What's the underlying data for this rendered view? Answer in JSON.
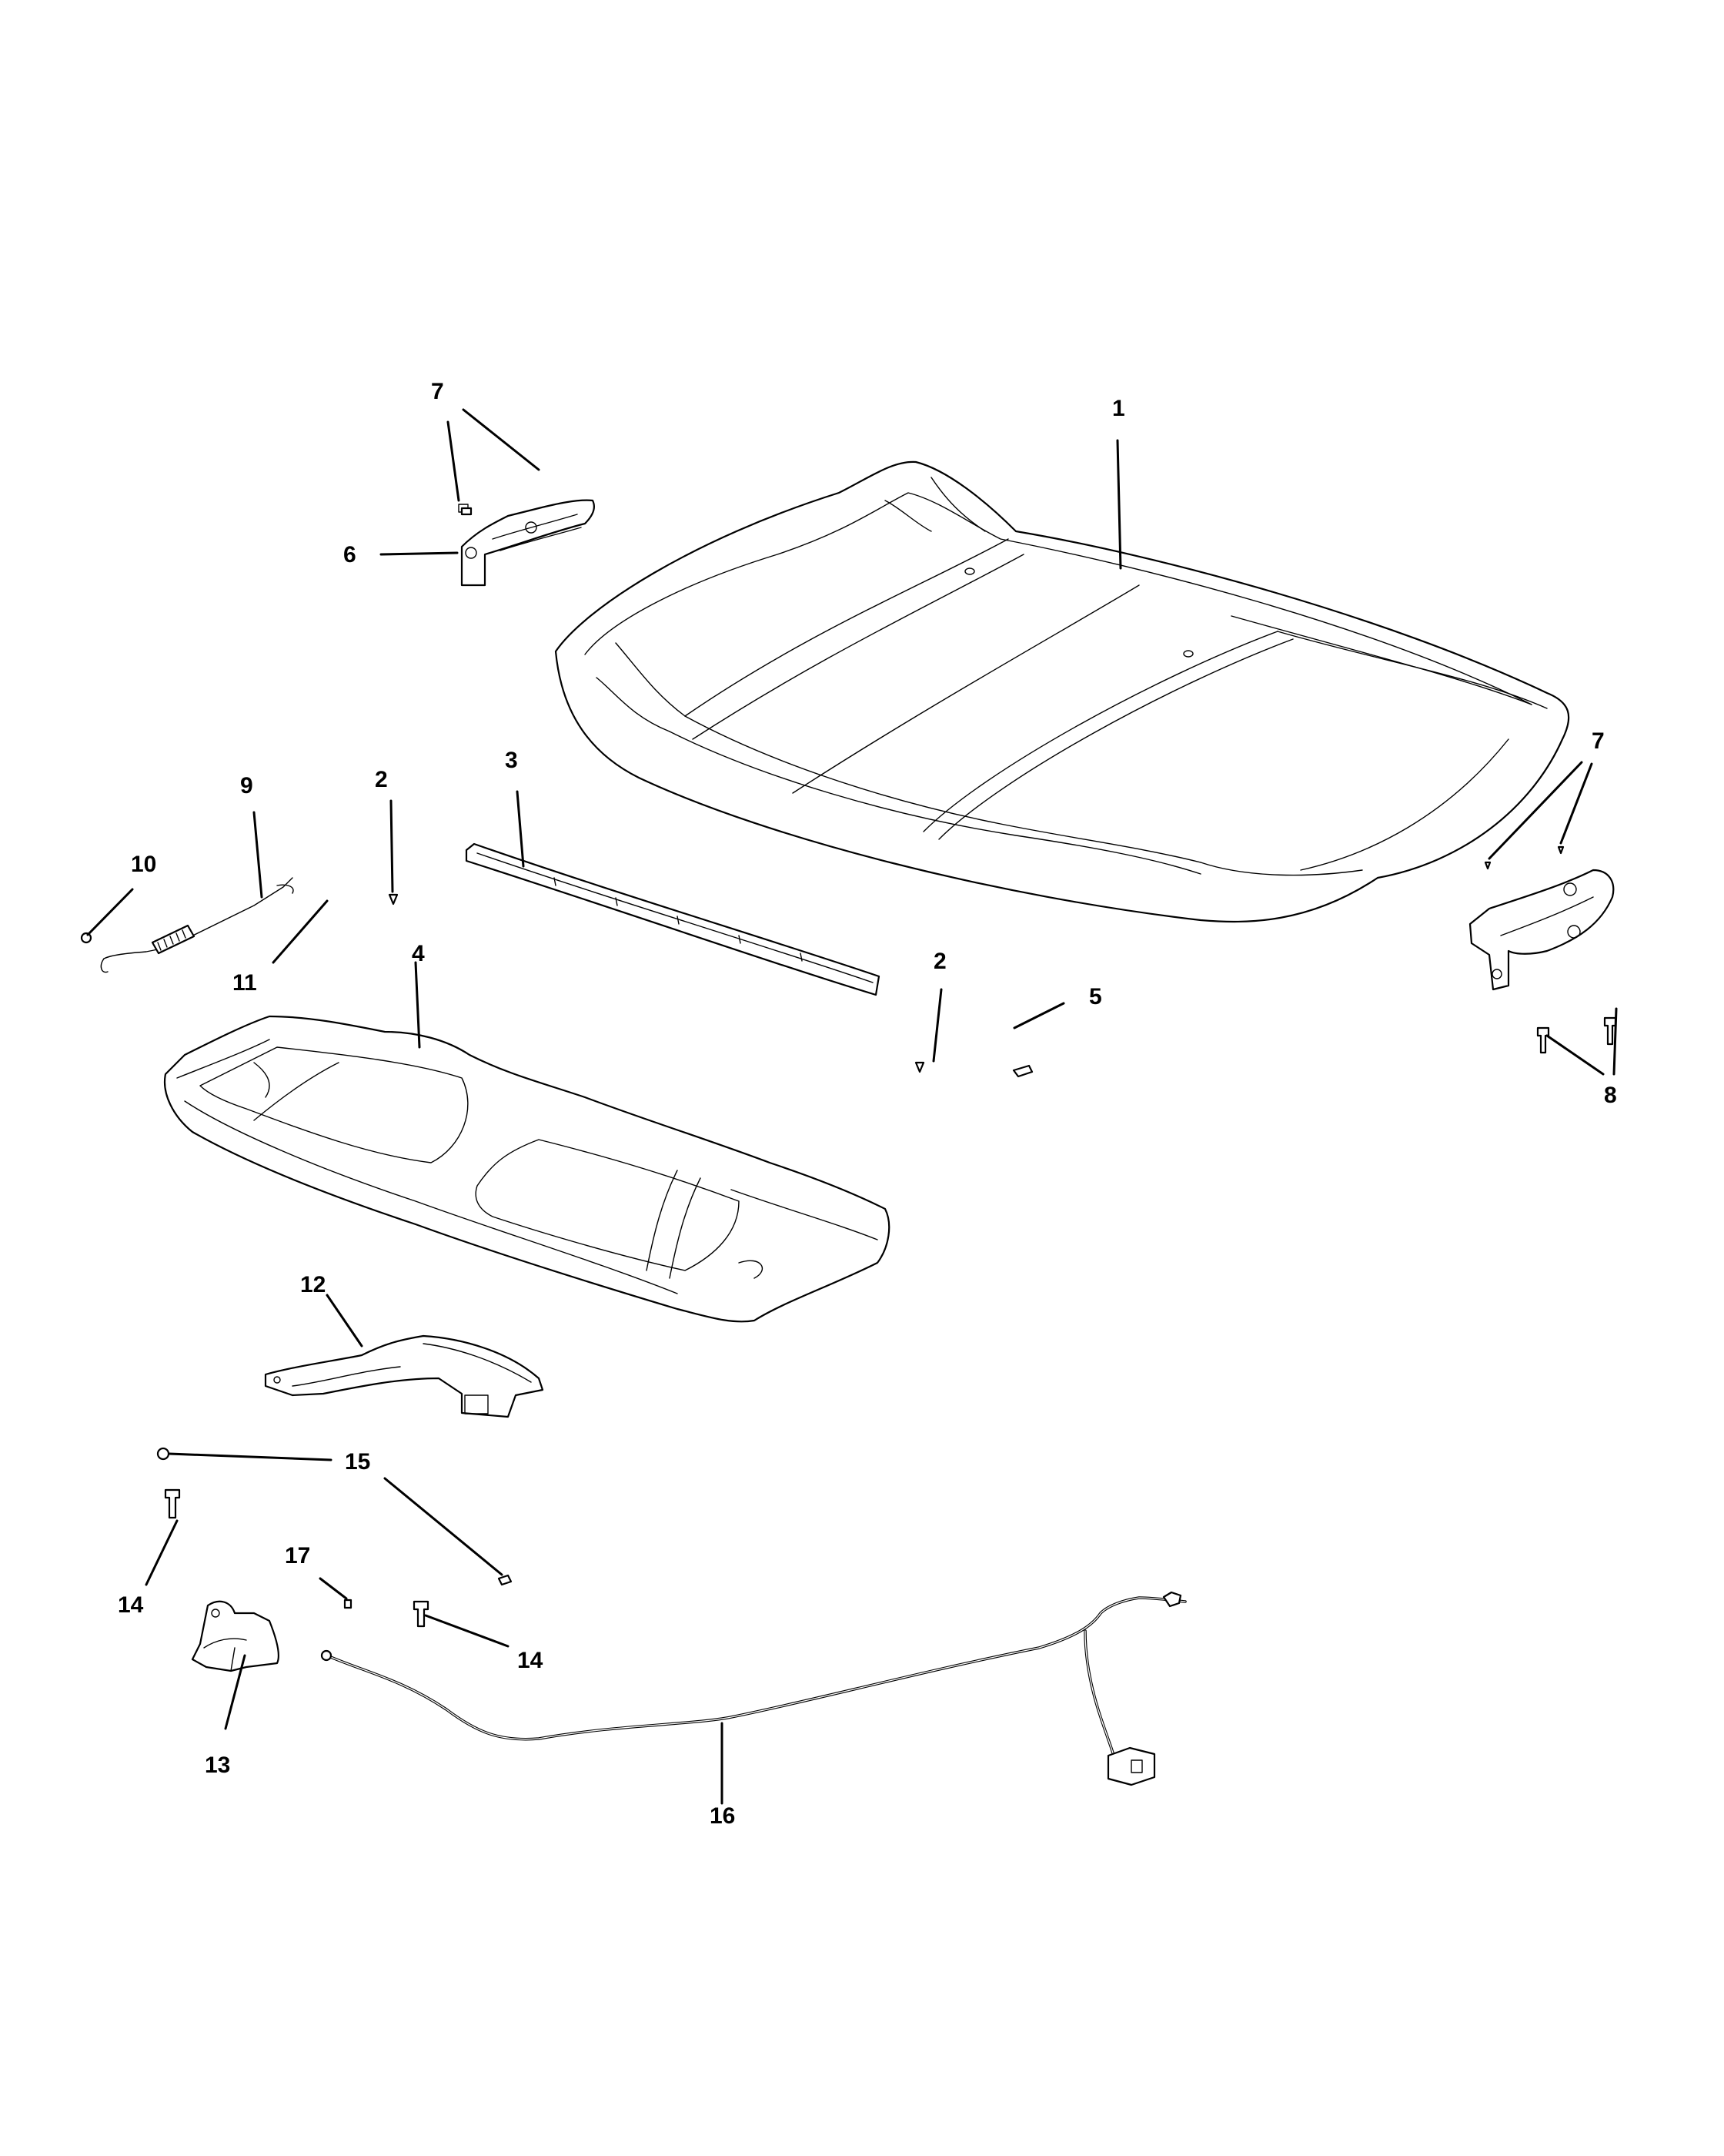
{
  "callouts": {
    "c1": "1",
    "c2a": "2",
    "c2b": "2",
    "c3": "3",
    "c4": "4",
    "c5": "5",
    "c6": "6",
    "c7a": "7",
    "c7b": "7",
    "c8": "8",
    "c9": "9",
    "c10": "10",
    "c11": "11",
    "c12": "12",
    "c13": "13",
    "c14a": "14",
    "c14b": "14",
    "c15": "15",
    "c16": "16",
    "c17": "17"
  }
}
